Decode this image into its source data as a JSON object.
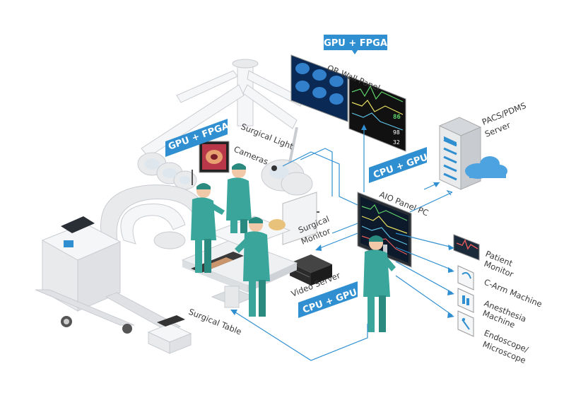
{
  "tags": {
    "wall_tag": "GPU + FPGA",
    "light_tag": "GPU + FPGA",
    "aio_tag": "CPU + GPU",
    "server_tag": "CPU + GPU"
  },
  "labels": {
    "or_wall_panel": "OR Wall Panel",
    "surgical_light": "Surgical Light",
    "cameras": "Cameras",
    "pacs_line1": "PACS/PDMS",
    "pacs_line2": "Server",
    "aio_panel_pc": "AIO Panel PC",
    "surgical_monitor_line1": "Surgical",
    "surgical_monitor_line2": "Monitor",
    "video_server": "Video Server",
    "surgical_table": "Surgical Table",
    "patient_monitor_line1": "Patient",
    "patient_monitor_line2": "Monitor",
    "c_arm_machine": "C-Arm Machine",
    "anesthesia_line1": "Anesthesia",
    "anesthesia_line2": "Machine",
    "endoscope_line1": "Endoscope/",
    "endoscope_line2": "Microscope"
  },
  "colors": {
    "tag_blue": "#2f8fd0",
    "line_blue": "#2f8fd0",
    "scrubs_teal": "#3aa69b",
    "device_grey": "#e9eaec"
  },
  "icons": [
    "pulse-icon",
    "c-arm-icon",
    "anesthesia-icon",
    "endoscope-icon",
    "cloud-icon"
  ]
}
